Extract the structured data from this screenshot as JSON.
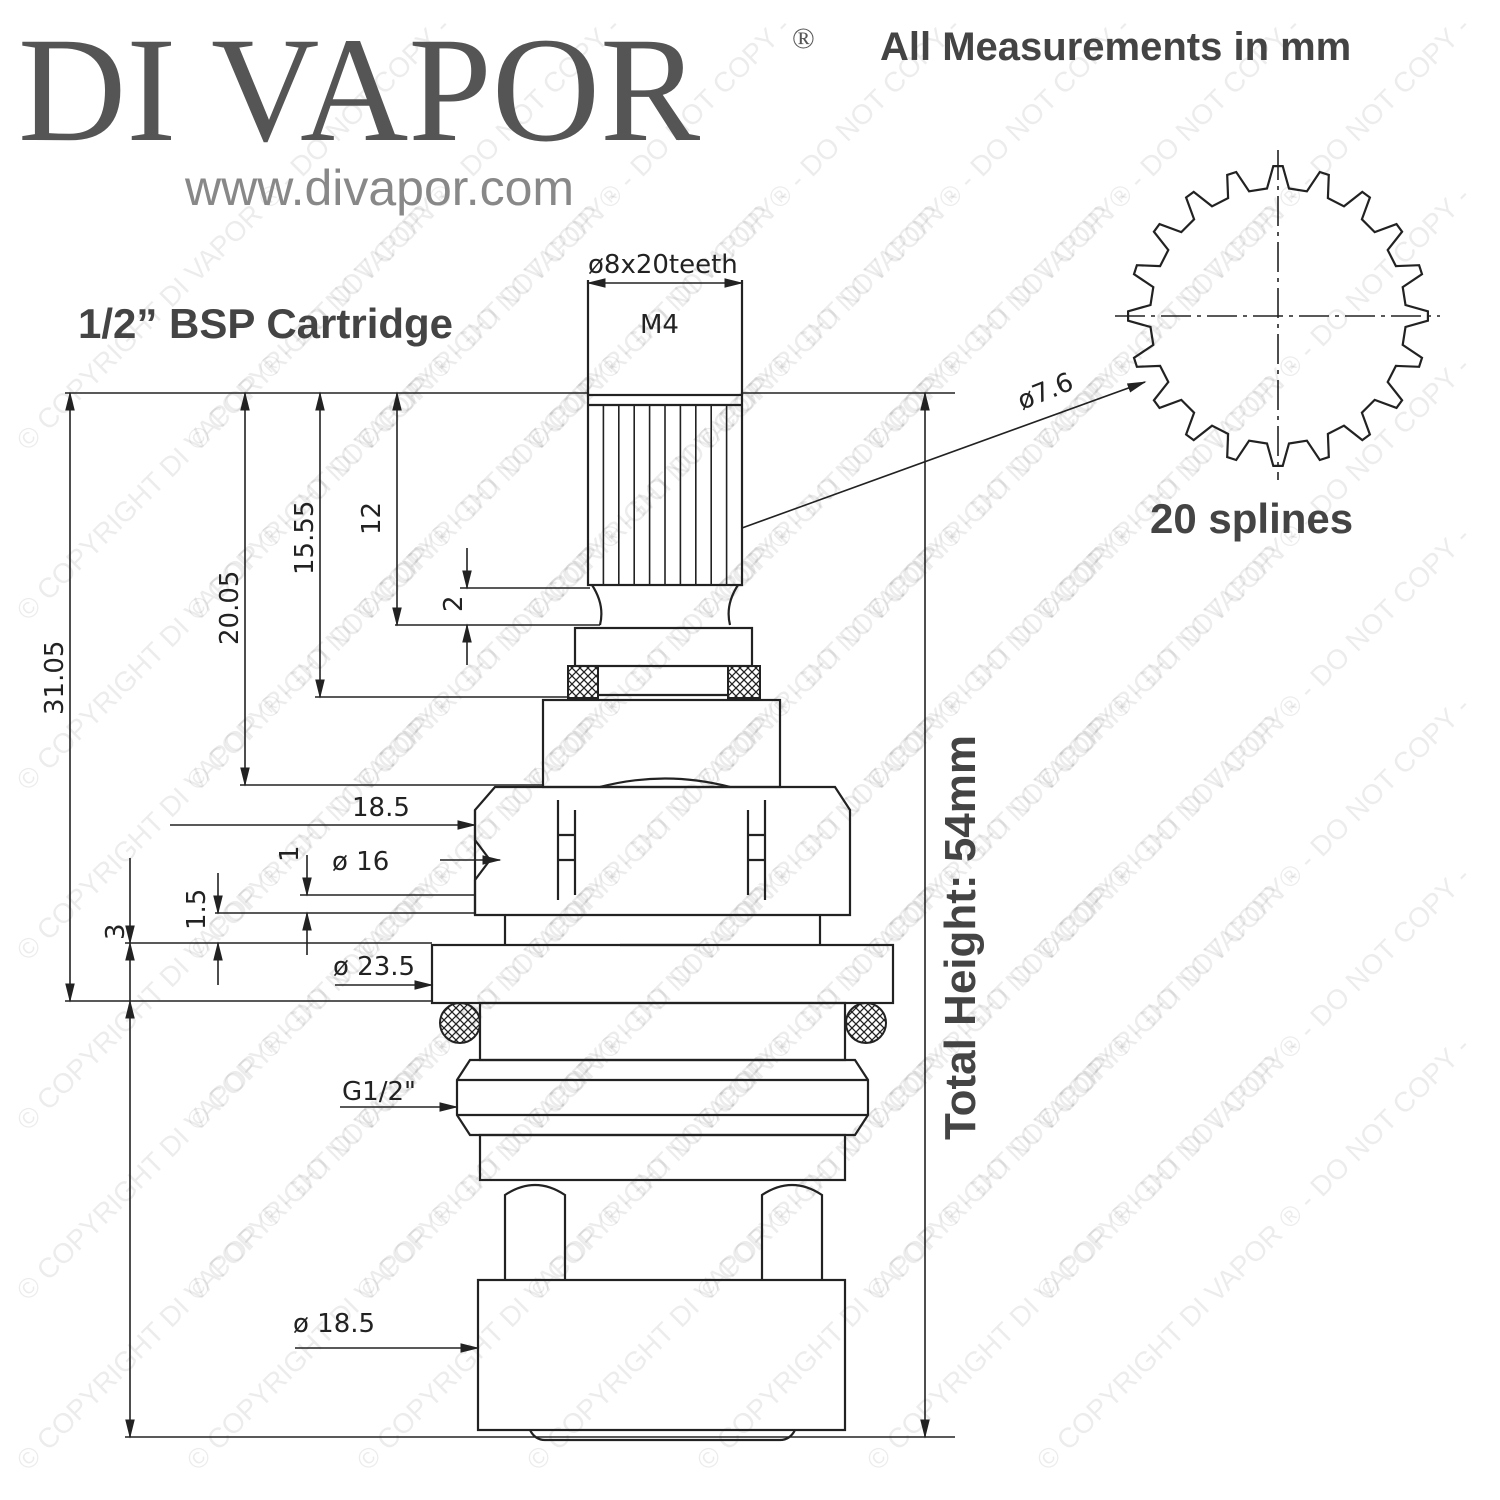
{
  "brand": {
    "name": "DI VAPOR",
    "registered": "®",
    "url": "www.divapor.com"
  },
  "header": {
    "units_note": "All Measurements in mm"
  },
  "product": {
    "title": "1/2” BSP Cartridge"
  },
  "splines": {
    "label": "20 splines",
    "diameter": "ø7.6"
  },
  "dimensions": {
    "spline_spec": "ø8x20teeth",
    "thread_top": "M4",
    "d31_05": "31.05",
    "d20_05": "20.05",
    "d15_55": "15.55",
    "d12": "12",
    "d2": "2",
    "d18_5_hex": "18.5",
    "d1": "1",
    "d16": "ø 16",
    "d1_5": "1.5",
    "d3": "3",
    "d23_5": "ø 23.5",
    "thread": "G1/2\"",
    "d18_5_base": "ø 18.5",
    "total_height": "Total Height: 54mm"
  },
  "watermark": "© COPYRIGHT DI VAPOR ® - DO NOT COPY -"
}
